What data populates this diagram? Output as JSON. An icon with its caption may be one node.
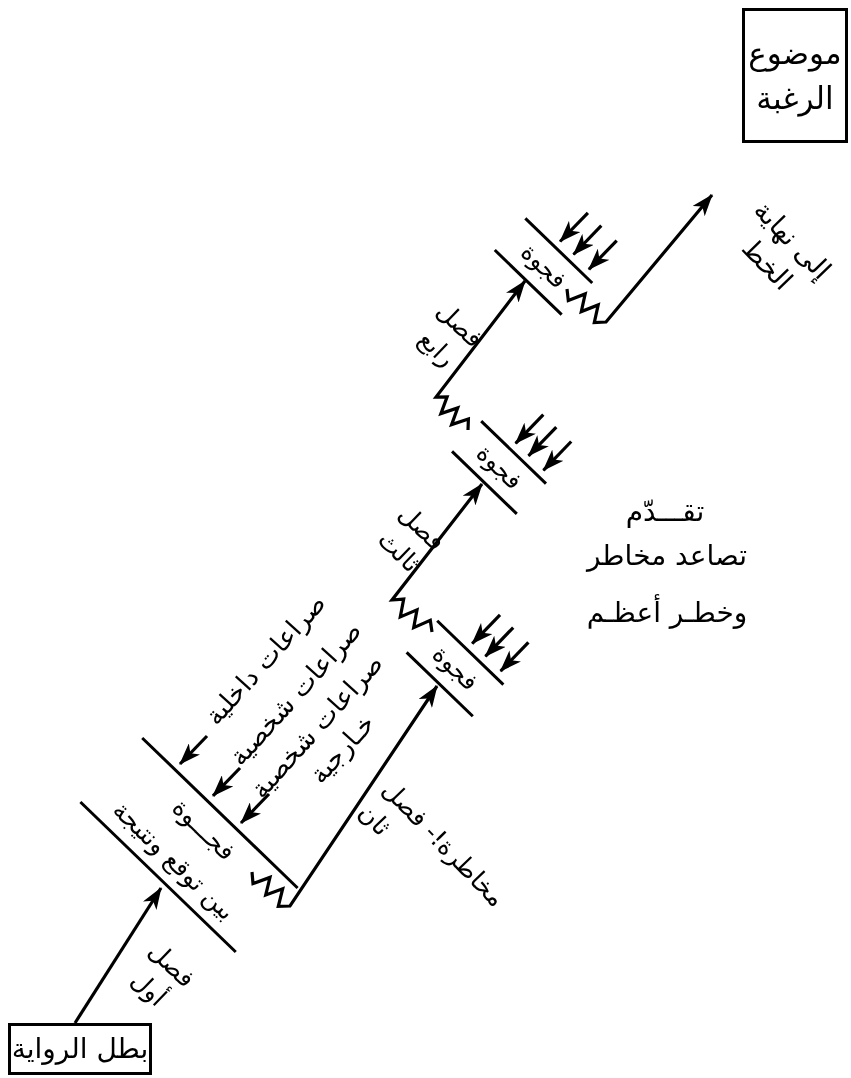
{
  "diagram": {
    "nodes": [
      {
        "text": [
          "بطل الرواية"
        ]
      },
      {
        "text": [
          "فجـــوة",
          "بين توقع ونتيجة"
        ]
      },
      {
        "text": [
          "فجوة"
        ]
      },
      {
        "text": [
          "فجوة"
        ]
      },
      {
        "text": [
          "فجوة"
        ]
      },
      {
        "text": [
          "إلى نهاية الخط"
        ]
      },
      {
        "text": [
          "موضوع الرغبة"
        ]
      },
      {
        "text": [
          "صراعات داخلية"
        ]
      },
      {
        "text": [
          "صراعات شخصية"
        ]
      },
      {
        "text": [
          "صراعات شخصية خـارجية"
        ]
      }
    ],
    "edges": [
      {
        "from": 0,
        "to": 1,
        "arrow": "to",
        "label": "فصل أول"
      },
      {
        "from": 1,
        "to": 2,
        "arrow": "to",
        "label": "مخاطرة!- فصل ثان"
      },
      {
        "from": 2,
        "to": 3,
        "arrow": "to",
        "label": "فصل ثالث"
      },
      {
        "from": 3,
        "to": 4,
        "arrow": "to",
        "label": "فصل رابع"
      },
      {
        "from": 4,
        "to": 5,
        "arrow": "to"
      },
      {
        "from": 7,
        "to": 1,
        "arrow": "to"
      },
      {
        "from": 8,
        "to": 1,
        "arrow": "to"
      },
      {
        "from": 9,
        "to": 1,
        "arrow": "to"
      },
      {
        "from": null,
        "to": 2,
        "arrow": "to"
      },
      {
        "from": null,
        "to": 2,
        "arrow": "to"
      },
      {
        "from": null,
        "to": 2,
        "arrow": "to"
      },
      {
        "from": null,
        "to": 3,
        "arrow": "to"
      },
      {
        "from": null,
        "to": 3,
        "arrow": "to"
      },
      {
        "from": null,
        "to": 3,
        "arrow": "to"
      },
      {
        "from": null,
        "to": 4,
        "arrow": "to"
      },
      {
        "from": null,
        "to": 4,
        "arrow": "to"
      },
      {
        "from": null,
        "to": 4,
        "arrow": "to"
      }
    ],
    "labels": [
      "تقـــدّم",
      "تصاعد مخاطر وخطـر أعظـم"
    ]
  }
}
